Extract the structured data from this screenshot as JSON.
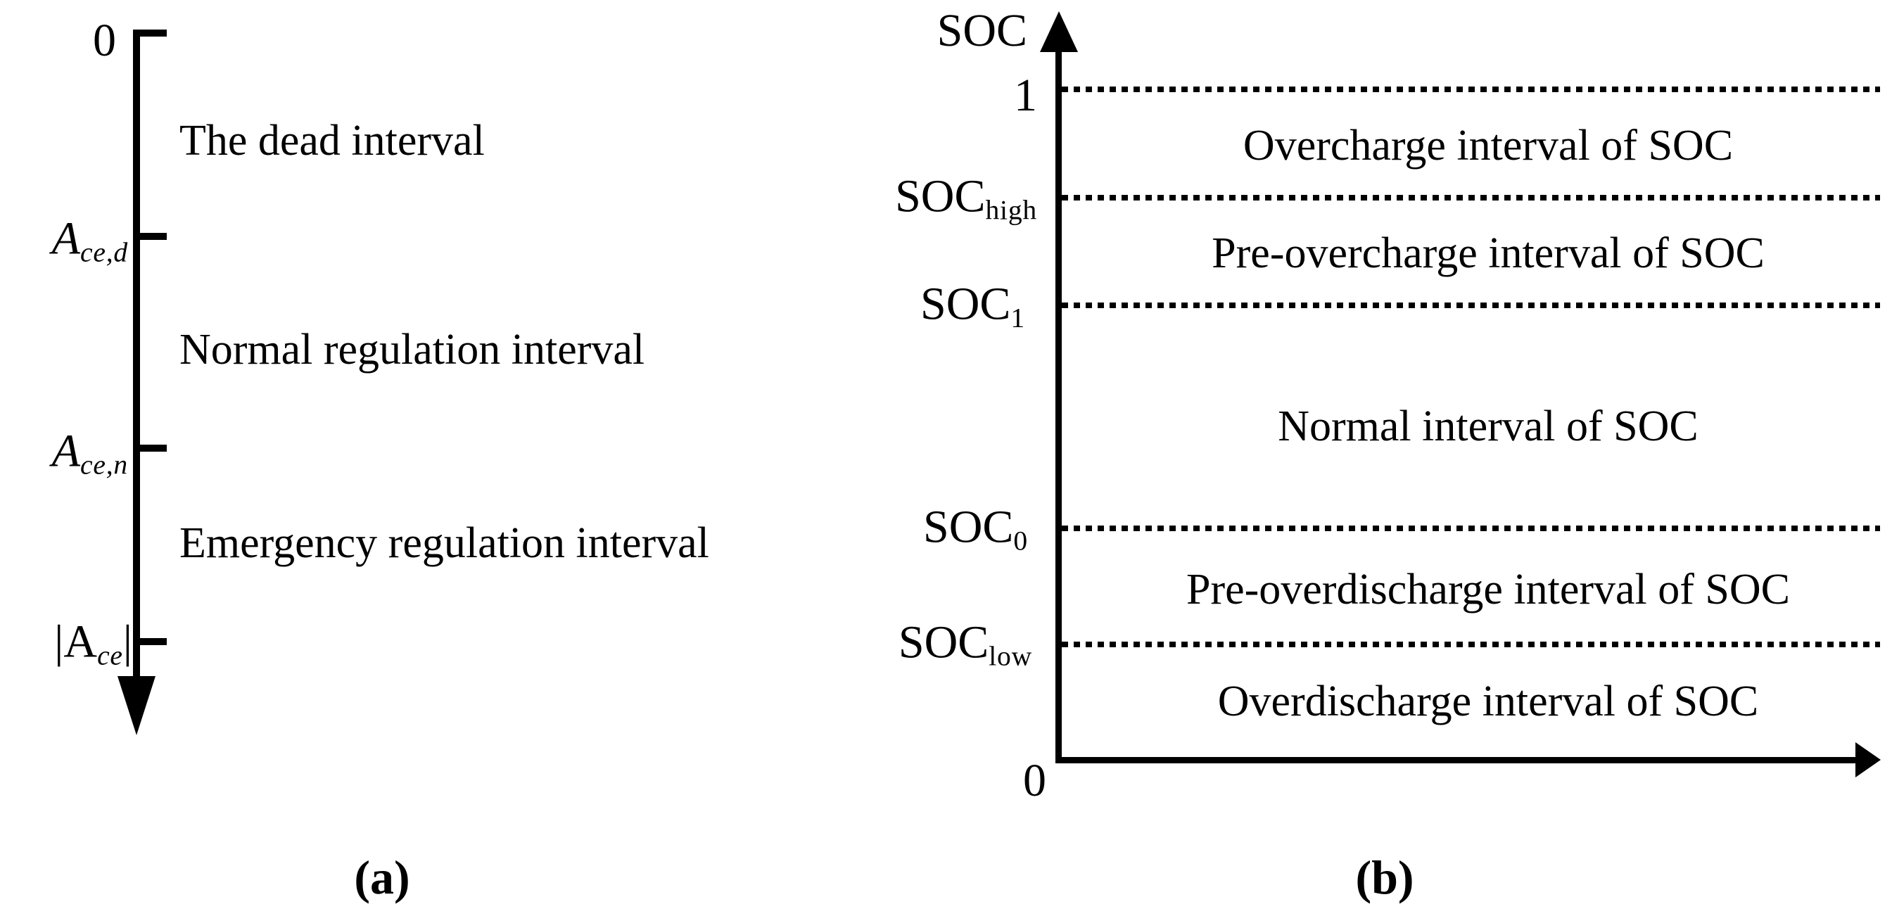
{
  "panel_a": {
    "caption": "(a)",
    "ticks": {
      "zero": "0",
      "ace_d_base": "A",
      "ace_d_sub": "ce,d",
      "ace_n_base": "A",
      "ace_n_sub": "ce,n",
      "ace_abs_pre": "|A",
      "ace_abs_sub": "ce",
      "ace_abs_post": "|"
    },
    "intervals": {
      "dead": "The dead interval",
      "normal": "Normal regulation interval",
      "emergency": "Emergency regulation interval"
    }
  },
  "panel_b": {
    "caption": "(b)",
    "axis_label": "SOC",
    "origin_label": "0",
    "ticks": {
      "one": "1",
      "high_base": "SOC",
      "high_sub": "high",
      "s1_base": "SOC",
      "s1_sub": "1",
      "s0_base": "SOC",
      "s0_sub": "0",
      "low_base": "SOC",
      "low_sub": "low"
    },
    "regions": {
      "overcharge": "Overcharge interval of SOC",
      "pre_overcharge": "Pre-overcharge interval of SOC",
      "normal": "Normal interval of SOC",
      "pre_overdischarge": "Pre-overdischarge interval of SOC",
      "overdischarge": "Overdischarge interval of SOC"
    }
  },
  "colors": {
    "ink": "#000000",
    "background": "#ffffff"
  }
}
